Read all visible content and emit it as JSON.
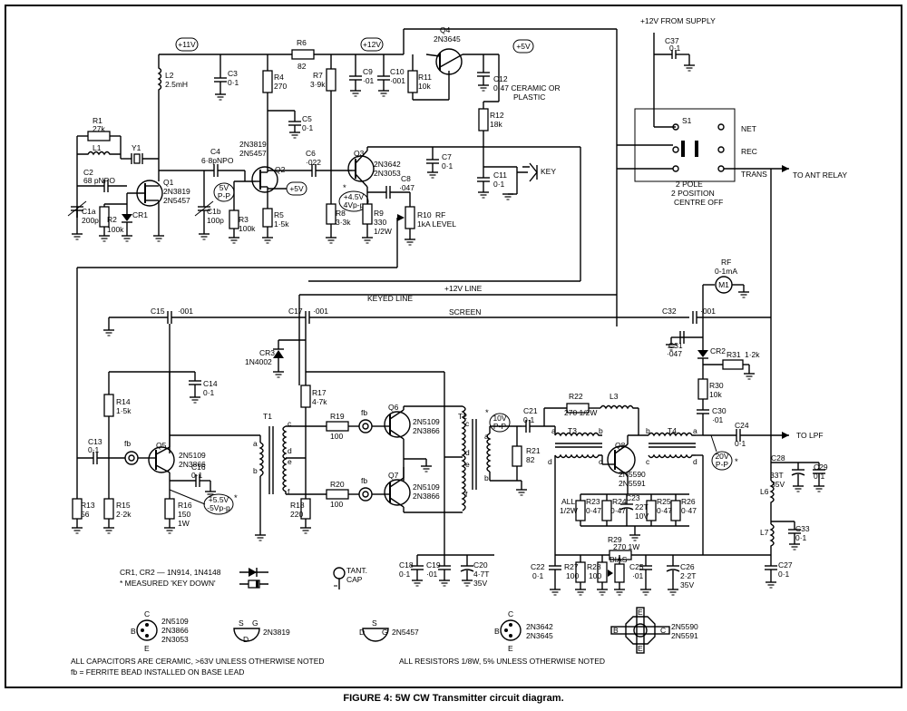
{
  "caption": "FIGURE 4: 5W CW Transmitter circuit diagram.",
  "rails": {
    "v11": "+11V",
    "v12": "+12V",
    "v5": "+5V",
    "supply": "+12V FROM SUPPLY",
    "line12": "+12V LINE",
    "keyed": "KEYED LINE",
    "screen": "SCREEN"
  },
  "io": {
    "ant": "TO ANT RELAY",
    "lpf": "TO LPF",
    "key": "KEY"
  },
  "switch": {
    "name": "S1",
    "net": "NET",
    "rec": "REC",
    "trans": "TRANS",
    "desc1": "2 POLE",
    "desc2": "2 POSITION",
    "desc3": "CENTRE OFF"
  },
  "meter": {
    "name": "M1",
    "label1": "RF",
    "label2": "0-1mA"
  },
  "measure": {
    "m1_a": "5V",
    "m1_b": "P-P",
    "m2_a": "+4.5V",
    "m2_b": "4Vp-p",
    "m3_a": "+5.5V",
    "m3_b": "-5Vp-p",
    "m4_a": "10V",
    "m4_b": "P-P",
    "m5_a": "20V",
    "m5_b": "P-P",
    "star": "*"
  },
  "components": {
    "L2": "L2",
    "L2v": "2.5mH",
    "C3": "C3",
    "C3v": "0·1",
    "R6": "R6",
    "R6v": "82",
    "R4": "R4",
    "R4v": "270",
    "R7": "R7",
    "R7v": "3·9k",
    "C9": "C9",
    "C9v": "·01",
    "C10": "C10",
    "C10v": "·001",
    "R11": "R11",
    "R11v": "10k",
    "Q4": "Q4",
    "Q4v": "2N3645",
    "C12": "C12",
    "C12v": "0·47 CERAMIC OR",
    "C12v2": "PLASTIC",
    "R12": "R12",
    "R12v": "18k",
    "C5": "C5",
    "C5v": "0·1",
    "R1": "R1",
    "R1v": "27k",
    "L1": "L1",
    "Y1": "Y1",
    "C2": "C2",
    "C2v": "68 pNPO",
    "Q1": "Q1",
    "Q1a": "2N3819",
    "Q1b": "2N5457",
    "C4": "C4",
    "C4v": "6·8pNPO",
    "Q2": "Q2",
    "Q2a": "2N3819",
    "Q2b": "2N5457",
    "C6": "C6",
    "C6v": "·022",
    "Q3": "Q3",
    "Q3a": "2N3642",
    "Q3b": "2N3053",
    "C7": "C7",
    "C7v": "0·1",
    "C8": "C8",
    "C8v": "·047",
    "C11": "C11",
    "C11v": "0·1",
    "C1a": "C1a",
    "C1av": "200p",
    "R2": "R2",
    "R2v": "100k",
    "CR1": "CR1",
    "C1b": "C1b",
    "C1bv": "100p",
    "R3": "R3",
    "R3v": "100k",
    "R5": "R5",
    "R5v": "1·5k",
    "R8": "R8",
    "R8v": "3·3k",
    "R9": "R9",
    "R9v": "330",
    "R9w": "1/2W",
    "R10": "R10",
    "R10v": "RF",
    "R10v2": "1kA LEVEL",
    "C15": "C15",
    "C15v": "·001",
    "C17": "C17",
    "C17v": "·001",
    "CR3": "CR3",
    "CR3v": "1N4002",
    "C14": "C14",
    "C14v": "0·1",
    "R14": "R14",
    "R14v": "1·5k",
    "C13": "C13",
    "C13v": "0·1",
    "fb": "fb",
    "Q5": "Q5",
    "Q5a": "2N5109",
    "Q5b": "2N3866",
    "C16": "C16",
    "C16v": "0·1",
    "R13": "R13",
    "R13v": "56",
    "R15": "R15",
    "R15v": "2·2k",
    "R16": "R16",
    "R16v": "150",
    "R16w": "1W",
    "T1": "T1",
    "R17": "R17",
    "R17v": "4·7k",
    "R19": "R19",
    "R19v": "100",
    "R20": "R20",
    "R20v": "100",
    "R18": "R18",
    "R18v": "220",
    "Q6": "Q6",
    "Q6a": "2N5109",
    "Q6b": "2N3866",
    "Q7": "Q7",
    "Q7a": "2N5109",
    "Q7b": "2N3866",
    "T2": "T2",
    "C18": "C18",
    "C18v": "0·1",
    "C19": "C19",
    "C19v": "·01",
    "C20": "C20",
    "C20v": "4·7T",
    "C20w": "35V",
    "R21": "R21",
    "R21v": "82",
    "C21": "C21",
    "C21v": "0·1",
    "R22": "R22",
    "R22v": "270 1/2W",
    "L3": "L3",
    "T3": "T3",
    "Q8": "Q8",
    "Q8a": "2N5590",
    "Q8b": "2N5591",
    "T4": "T4",
    "C24": "C24",
    "C24v": "0·1",
    "C32": "C32",
    "C32v": "·001",
    "C31": "C31",
    "C31v": "·047",
    "CR2": "CR2",
    "R31": "R31",
    "R31v": "1·2k",
    "R30": "R30",
    "R30v": "10k",
    "C30": "C30",
    "C30v": "·01",
    "C37": "C37",
    "C37v": "0·1",
    "C28": "C28",
    "C28v": "33T",
    "C28w": "35V",
    "C29": "C29",
    "C29v": "0·1",
    "L6": "L6",
    "L7": "L7",
    "C33": "C33",
    "C33v": "0·1",
    "C27": "C27",
    "C27v": "0·1",
    "R23": "R23",
    "R23v": "0·47",
    "R24": "R24",
    "R24v": "0·47",
    "C23": "C23",
    "C23v": "22T",
    "C23w": "10V",
    "R25": "R25",
    "R25v": "0·47",
    "R26": "R26",
    "R26v": "0·47",
    "ALL": "ALL",
    "ALLw": "1/2W",
    "R29": "R29",
    "R29v": "270 1W",
    "C22": "C22",
    "C22v": "0·1",
    "R27": "R27",
    "R27v": "100",
    "R28": "R28",
    "R28v": "100",
    "BIAS": "BIAS",
    "C25": "C25",
    "C25v": "·01",
    "C26": "C26",
    "C26v": "2·2T",
    "C26w": "35V"
  },
  "windings": {
    "a": "a",
    "b": "b",
    "c": "c",
    "d": "d",
    "e": "e",
    "f": "f"
  },
  "notes": {
    "diodes": "CR1, CR2 — 1N914, 1N4148",
    "measured": "* MEASURED 'KEY DOWN'",
    "tant": "TANT.",
    "tant2": "CAP",
    "caps": "ALL CAPACITORS ARE CERAMIC, >63V UNLESS OTHERWISE NOTED",
    "fb": "fb = FERRITE BEAD INSTALLED ON BASE LEAD",
    "resistors": "ALL RESISTORS 1/8W, 5% UNLESS OTHERWISE NOTED"
  },
  "pinouts": {
    "p1a": "2N5109",
    "p1b": "2N3866",
    "p1c": "2N3053",
    "p2": "2N3819",
    "p3": "2N5457",
    "p4a": "2N3642",
    "p4b": "2N3645",
    "p5a": "2N5590",
    "p5b": "2N5591",
    "B": "B",
    "C": "C",
    "E": "E",
    "S": "S",
    "G": "G",
    "D": "D"
  }
}
